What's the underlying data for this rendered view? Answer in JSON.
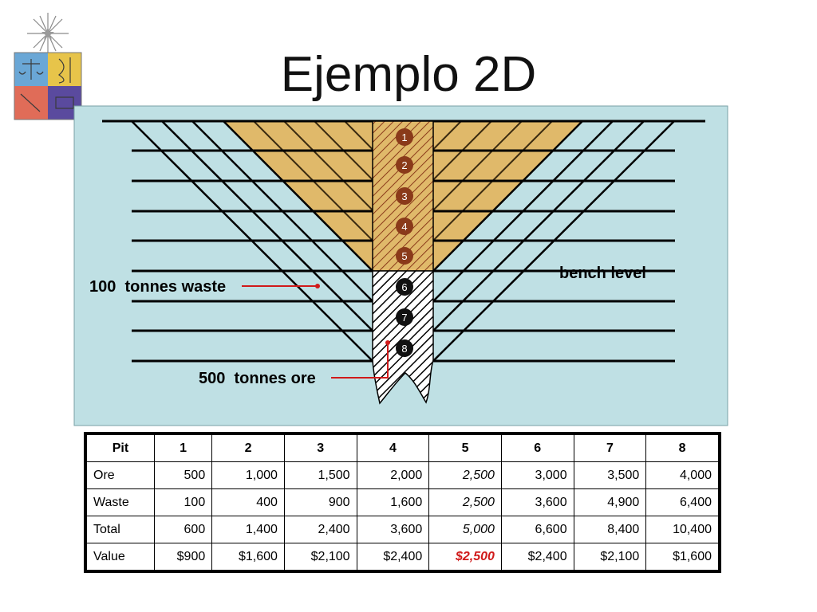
{
  "slide": {
    "title": "Ejemplo 2D"
  },
  "diagram": {
    "bench_label": "bench level",
    "waste_label": "100  tonnes waste",
    "ore_label": "500  tonnes ore",
    "block_numbers": [
      "1",
      "2",
      "3",
      "4",
      "5",
      "6",
      "7",
      "8"
    ]
  },
  "table": {
    "headers": [
      "Pit",
      "1",
      "2",
      "3",
      "4",
      "5",
      "6",
      "7",
      "8"
    ],
    "rows": [
      {
        "label": "Ore",
        "cells": [
          "500",
          "1,000",
          "1,500",
          "2,000",
          "2,500",
          "3,000",
          "3,500",
          "4,000"
        ]
      },
      {
        "label": "Waste",
        "cells": [
          "100",
          "400",
          "900",
          "1,600",
          "2,500",
          "3,600",
          "4,900",
          "6,400"
        ]
      },
      {
        "label": "Total",
        "cells": [
          "600",
          "1,400",
          "2,400",
          "3,600",
          "5,000",
          "6,600",
          "8,400",
          "10,400"
        ]
      },
      {
        "label": "Value",
        "cells": [
          "$900",
          "$1,600",
          "$2,100",
          "$2,400",
          "$2,500",
          "$2,400",
          "$2,100",
          "$1,600"
        ]
      }
    ],
    "highlight_column": "5"
  },
  "colors": {
    "panel_background": "#bfe0e4",
    "pit_fill": "#e0b96a",
    "pointer_line": "#d01a1a",
    "highlight_value": "#d01a1a",
    "logo_gold": "#e7c44a",
    "logo_blue": "#6aa7d6",
    "logo_red": "#e06c58",
    "logo_purple": "#5a4a9e"
  }
}
